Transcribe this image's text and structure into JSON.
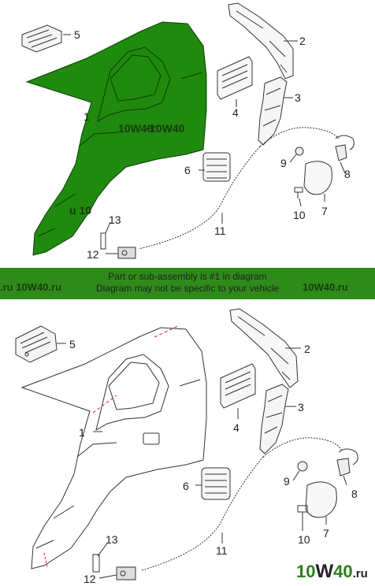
{
  "banner": {
    "line1": "Part or sub-assembly is #1 in diagram",
    "line2": "Diagram may not be specific to your vehicle",
    "watermark_left": ".ru  10W40.ru",
    "watermark_right": "10W40.ru",
    "color": "#2e8b1a"
  },
  "top_diagram": {
    "highlight_color": "#1f8a0e",
    "callouts": [
      "1",
      "2",
      "3",
      "4",
      "5",
      "6",
      "7",
      "8",
      "9",
      "10",
      "11",
      "12",
      "13"
    ],
    "watermark": "10W40",
    "watermark_small": "u  10"
  },
  "bottom_diagram": {
    "callouts": [
      "1",
      "2",
      "3",
      "4",
      "5",
      "6",
      "7",
      "8",
      "9",
      "10",
      "11",
      "12",
      "13"
    ]
  },
  "logo": {
    "part1": "10",
    "part2": "W",
    "part3": "40",
    "suffix": ".ru"
  }
}
